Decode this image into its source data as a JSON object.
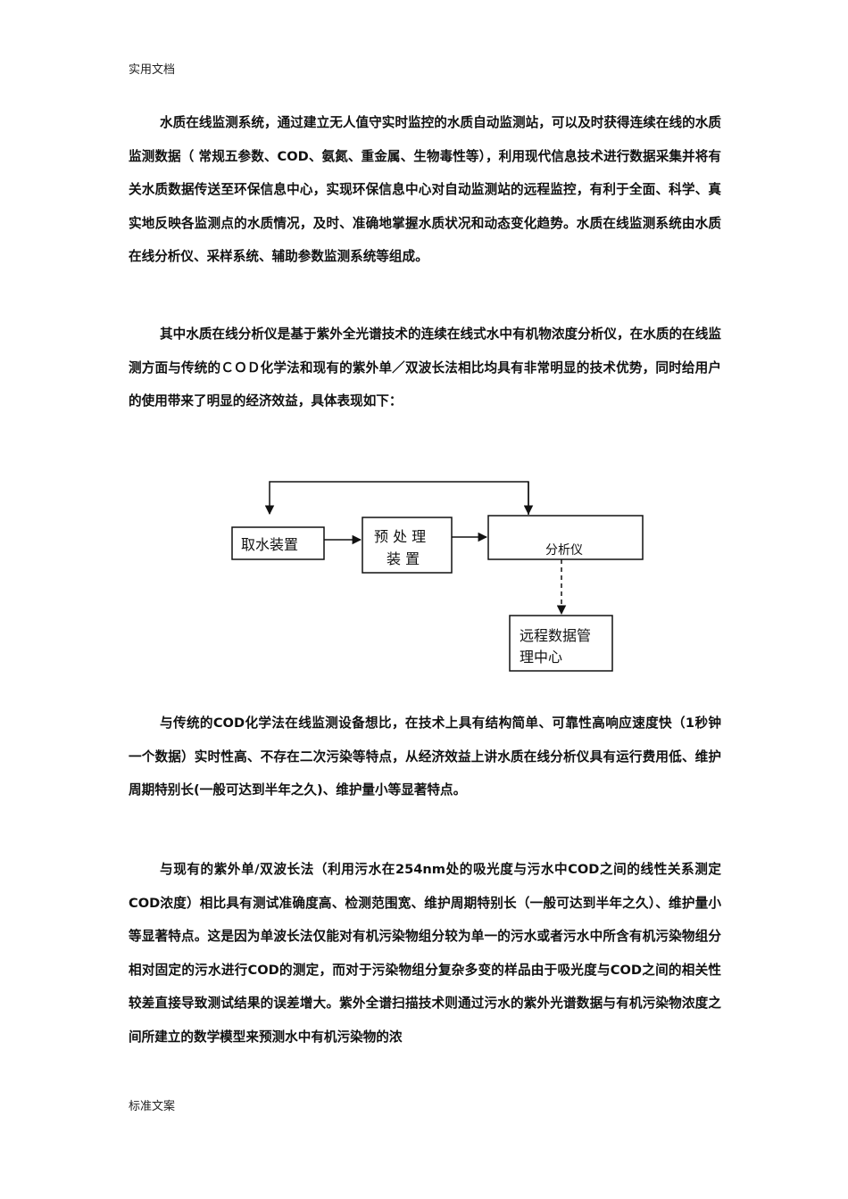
{
  "header": "实用文档",
  "footer": "标准文案",
  "paragraphs": [
    "水质在线监测系统，通过建立无人值守实时监控的水质自动监测站，可以及时获得连续在线的水质监测数据（ 常规五参数、COD、氨氮、重金属、生物毒性等），利用现代信息技术进行数据采集并将有关水质数据传送至环保信息中心，实现环保信息中心对自动监测站的远程监控，有利于全面、科学、真实地反映各监测点的水质情况，及时、准确地掌握水质状况和动态变化趋势。水质在线监测系统由水质在线分析仪、采样系统、辅助参数监测系统等组成。",
    "其中水质在线分析仪是基于紫外全光谱技术的连续在线式水中有机物浓度分析仪，在水质的在线监测方面与传统的ＣＯＤ化学法和现有的紫外单／双波长法相比均具有非常明显的技术优势，同时给用户的使用带来了明显的经济效益，具体表现如下：",
    "与传统的COD化学法在线监测设备想比，在技术上具有结构简单、可靠性高响应速度快（1秒钟一个数据）实时性高、不存在二次污染等特点，从经济效益上讲水质在线分析仪具有运行费用低、维护周期特别长(一般可达到半年之久)、维护量小等显著特点。",
    "与现有的紫外单/双波长法（利用污水在254nm处的吸光度与污水中COD之间的线性关系测定COD浓度）相比具有测试准确度高、检测范围宽、维护周期特别长（一般可达到半年之久）、维护量小等显著特点。这是因为单波长法仅能对有机污染物组分较为单一的污水或者污水中所含有机污染物组分相对固定的污水进行COD的测定，而对于污染物组分复杂多变的样品由于吸光度与COD之间的相关性较差直接导致测试结果的误差增大。紫外全谱扫描技术则通过污水的紫外光谱数据与有机污染物浓度之间所建立的数学模型来预测水中有机污染物的浓"
  ],
  "diagram": {
    "nodes": {
      "intake": "取水装置",
      "pretreat_line1": "预 处 理",
      "pretreat_line2": "装 置",
      "analyzer": "分析仪",
      "remote_line1": "远程数据管",
      "remote_line2": "理中心"
    }
  }
}
